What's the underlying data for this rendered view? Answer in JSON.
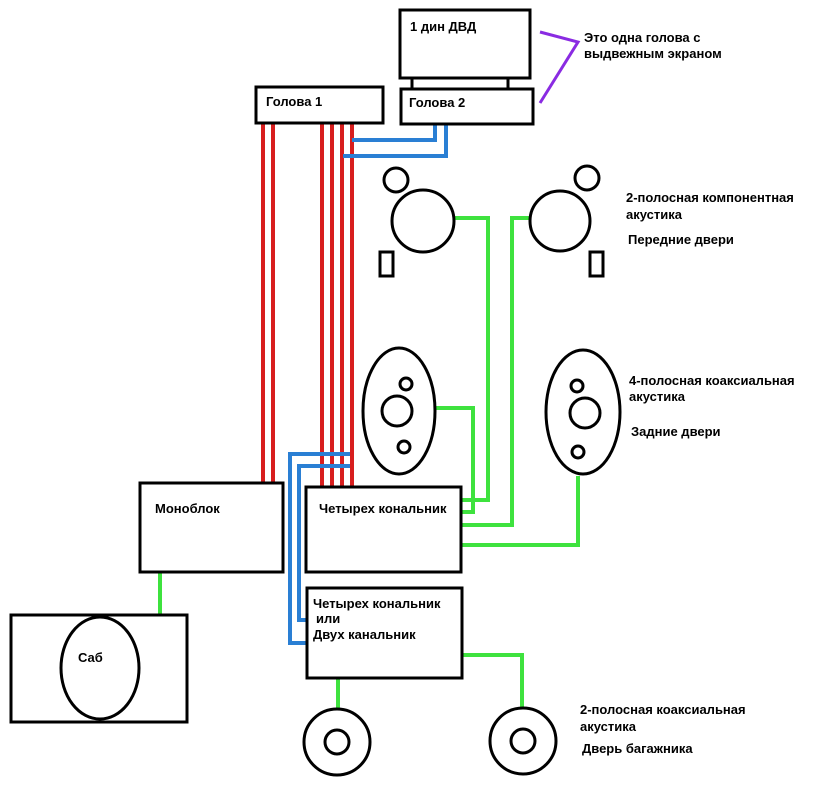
{
  "units": {
    "dvd": "1 дин ДВД",
    "head1": "Голова 1",
    "head2": "Голова 2",
    "monoblock": "Моноблок",
    "amp4": "Четырех кональник",
    "amp_alt_line1": "Четырех кональник",
    "amp_alt_line2": "или",
    "amp_alt_line3": "Двух канальник",
    "sub": "Саб"
  },
  "notes": {
    "head_note_line1": "Это одна голова с",
    "head_note_line2": "выдвежным экраном",
    "front_line1": "2-полосная компонентная",
    "front_line2": "акустика",
    "front_line3": "Передние двери",
    "rear_line1": "4-полосная коаксиальная",
    "rear_line2": "акустика",
    "rear_line3": "Задние двери",
    "trunk_line1": "2-полосная коаксиальная",
    "trunk_line2": "акустика",
    "trunk_line3": "Дверь багажника"
  },
  "wire_colors": {
    "rca": "#d81e1e",
    "rca_second": "#2a7fd4",
    "speaker": "#3ee23e",
    "annotation": "#8a2be2"
  }
}
